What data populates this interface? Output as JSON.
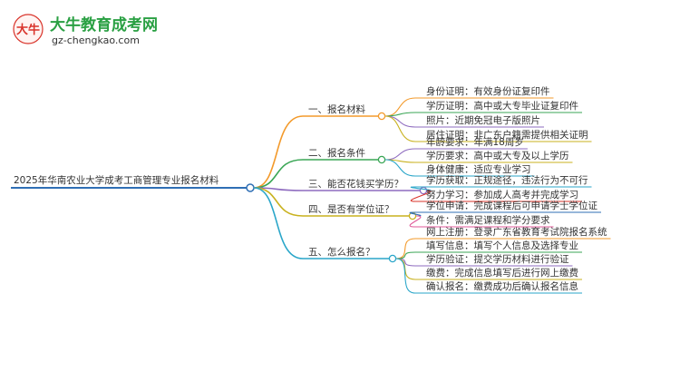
{
  "logo": {
    "site_name": "大牛教育成考网",
    "url": "gz-chengkao.com",
    "mark_text": "大牛",
    "colors": {
      "brand_green": "#2aa043",
      "brand_red": "#d9342b"
    }
  },
  "root": {
    "label": "2025年华南农业大学成考工商管理专业报名材料",
    "color": "#2f6fb5"
  },
  "branches": [
    {
      "label": "一、报名材料",
      "color": "#f39a2b",
      "children": [
        "身份证明：有效身份证复印件",
        "学历证明：高中或大专毕业证复印件",
        "照片：近期免冠电子版照片",
        "居住证明：非广东户籍需提供相关证明"
      ]
    },
    {
      "label": "二、报名条件",
      "color": "#3aa655",
      "children": [
        "年龄要求：年满18周岁",
        "学历要求：高中或大专及以上学历",
        "身体健康：适应专业学习"
      ]
    },
    {
      "label": "三、能否花钱买学历？",
      "color": "#8e6bbf",
      "children": [
        "学历获取：正规途径，违法行为不可行",
        "努力学习：参加成人高考并完成学习"
      ]
    },
    {
      "label": "四、是否有学位证？",
      "color": "#c9b21f",
      "children": [
        "学位申请：完成课程后可申请学士学位证",
        "条件：需满足课程和学分要求"
      ]
    },
    {
      "label": "五、怎么报名？",
      "color": "#2aa6c9",
      "children": [
        "网上注册：登录广东省教育考试院报名系统",
        "填写信息：填写个人信息及选择专业",
        "学历验证：提交学历材料进行验证",
        "缴费：完成信息填写后进行网上缴费",
        "确认报名：缴费成功后确认报名信息"
      ]
    }
  ],
  "leaf_colors": [
    "#f39a2b",
    "#3aa655",
    "#8e6bbf",
    "#c9b21f",
    "#2aa6c9",
    "#d9342b",
    "#2f6fb5",
    "#e05a9a"
  ]
}
